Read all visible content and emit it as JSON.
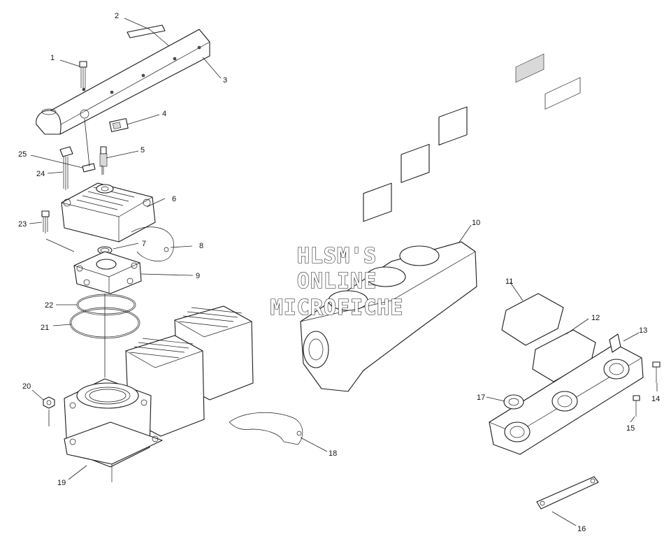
{
  "watermark": {
    "line1": "HLSM'S",
    "line2": "ONLINE",
    "line3": "MICROFICHE"
  },
  "callouts": [
    "1",
    "2",
    "3",
    "4",
    "5",
    "6",
    "7",
    "8",
    "9",
    "10",
    "11",
    "12",
    "13",
    "14",
    "15",
    "16",
    "17",
    "18",
    "19",
    "20",
    "21",
    "22",
    "23",
    "24",
    "25"
  ],
  "colors": {
    "line": "#1a1a1a",
    "background": "#ffffff",
    "shade": "#d9d9d9"
  }
}
